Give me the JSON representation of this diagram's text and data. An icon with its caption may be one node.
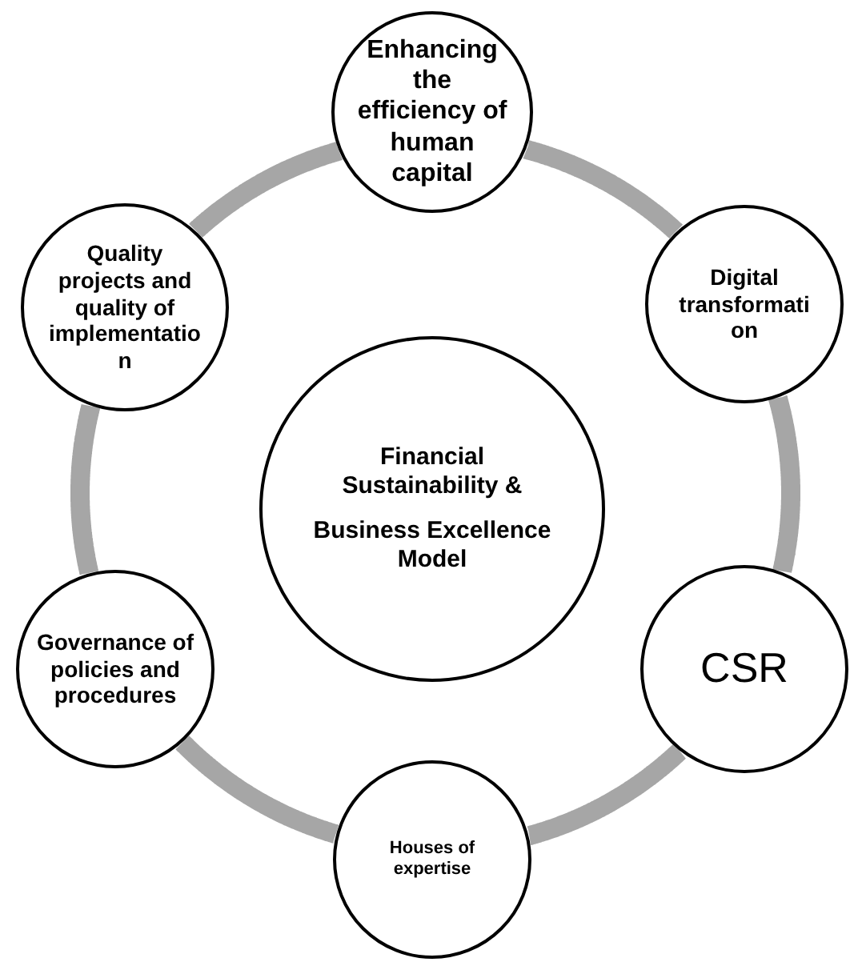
{
  "diagram": {
    "nodes": [
      {
        "text": [
          "Financial Sustainability &",
          "Business Excellence Model"
        ]
      },
      {
        "text": [
          "Enhancing the efficiency of human capital"
        ]
      },
      {
        "text": [
          "Digital transformation"
        ]
      },
      {
        "text": [
          "CSR"
        ]
      },
      {
        "text": [
          "Houses of expertise"
        ]
      },
      {
        "text": [
          "Governance of policies and procedures"
        ]
      },
      {
        "text": [
          "Quality projects and quality of implementation"
        ]
      }
    ],
    "edges": [
      {
        "from": 1,
        "to": 2,
        "arrow": "none"
      },
      {
        "from": 2,
        "to": 3,
        "arrow": "none"
      },
      {
        "from": 3,
        "to": 4,
        "arrow": "none"
      },
      {
        "from": 4,
        "to": 5,
        "arrow": "none"
      },
      {
        "from": 5,
        "to": 6,
        "arrow": "none"
      },
      {
        "from": 6,
        "to": 1,
        "arrow": "none"
      }
    ]
  }
}
